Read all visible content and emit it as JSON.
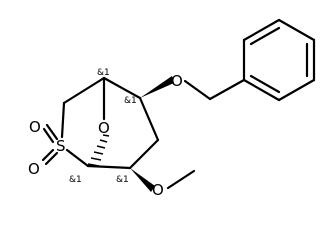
{
  "molecule": {
    "atoms": {
      "sulfur": "S",
      "sulfonyl_oxygen_top": "O",
      "sulfonyl_oxygen_bottom": "O",
      "bridge_oxygen": "O",
      "benzyloxy_oxygen": "O",
      "methoxy_oxygen": "O"
    },
    "stereo_labels": {
      "c_bridgehead_top": "&1",
      "c_bridgehead_bottom": "&1",
      "c_benzyloxy": "&1",
      "c_methoxy": "&1"
    }
  }
}
